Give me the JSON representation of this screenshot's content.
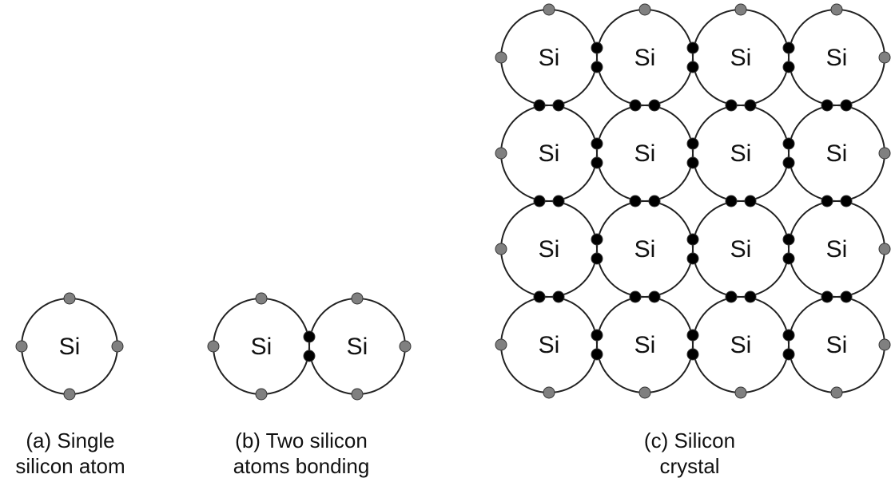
{
  "atom_symbol": "Si",
  "colors": {
    "valence_electron": "#808080",
    "bond_electron": "#000000",
    "outline": "#222222",
    "text": "#111111"
  },
  "panels": [
    {
      "id": "a",
      "caption_line1": "(a) Single",
      "caption_line2": "silicon atom",
      "grid_cols": 1,
      "grid_rows": 1
    },
    {
      "id": "b",
      "caption_line1": "(b) Two silicon",
      "caption_line2": "atoms bonding",
      "grid_cols": 2,
      "grid_rows": 1
    },
    {
      "id": "c",
      "caption_line1": "(c) Silicon",
      "caption_line2": "crystal",
      "grid_cols": 4,
      "grid_rows": 4
    }
  ]
}
